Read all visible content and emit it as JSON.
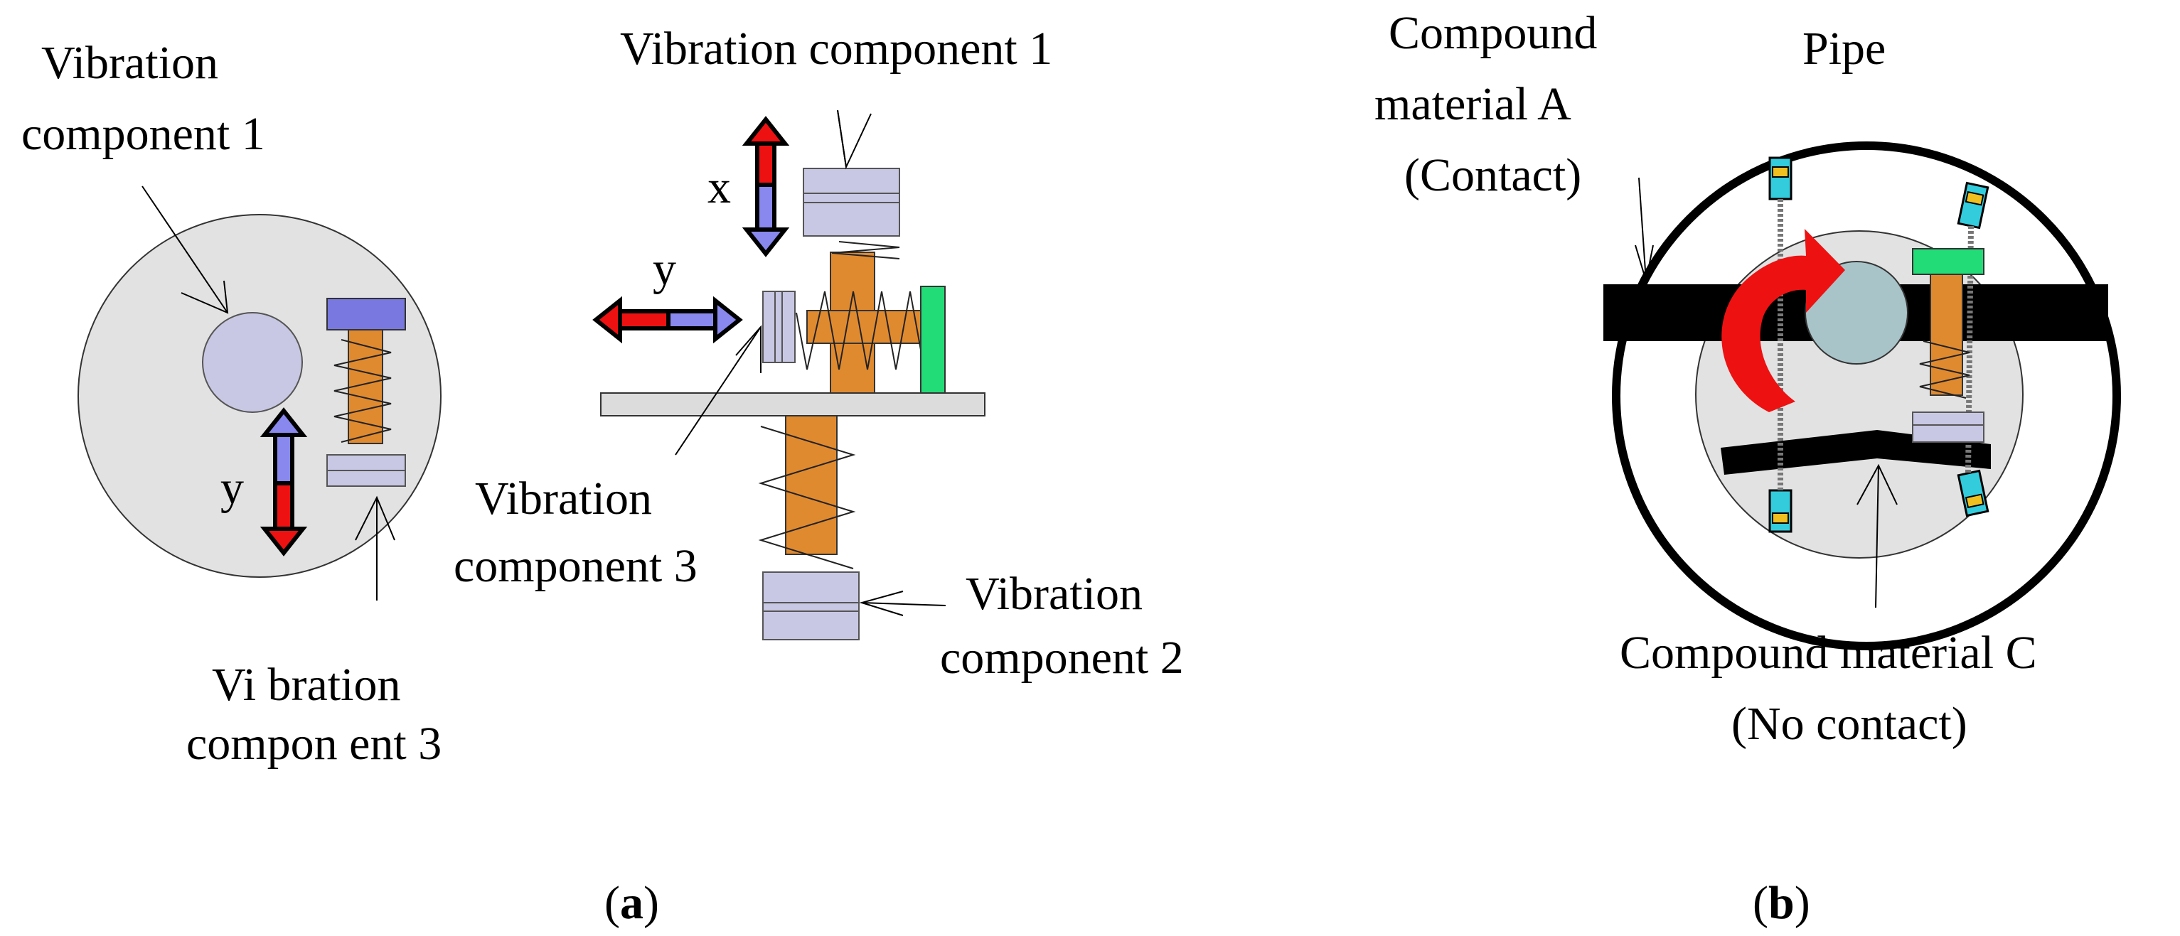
{
  "labels": {
    "vc1_left_line1": "Vibration",
    "vc1_left_line2": "component 1",
    "vc3_left_line1": "Vi bration",
    "vc3_left_line2": "compon ent 3",
    "vc1_top": "Vibration component 1",
    "vc3_mid_line1": "Vibration",
    "vc3_mid_line2": "component 3",
    "vc2_line1": "Vibration",
    "vc2_line2": "component 2",
    "axis_x": "x",
    "axis_y_top": "y",
    "axis_y_left": "y",
    "compound_a_line1": "Compound",
    "compound_a_line2": "material A",
    "compound_a_line3": "(Contact)",
    "pipe": "Pipe",
    "compound_c_line1": "Compound material C",
    "compound_c_line2": "(No contact)"
  },
  "captions": {
    "a": {
      "open": "(",
      "letter": "a",
      "close": ")"
    },
    "b": {
      "open": "(",
      "letter": "b",
      "close": ")"
    }
  },
  "colors": {
    "disk_fill": "#e2e2e2",
    "component_fill": "#c8c8e4",
    "component_blue": "#7878e0",
    "rod_orange": "#e08a30",
    "plate_green": "#22dd77",
    "arrow_red": "#ee1111",
    "arrow_blue": "#8888ee",
    "pipe_core": "#a8c4c8",
    "clamp_cyan": "#33ccdd",
    "clamp_yellow": "#f0c020",
    "band_black": "#000000"
  }
}
